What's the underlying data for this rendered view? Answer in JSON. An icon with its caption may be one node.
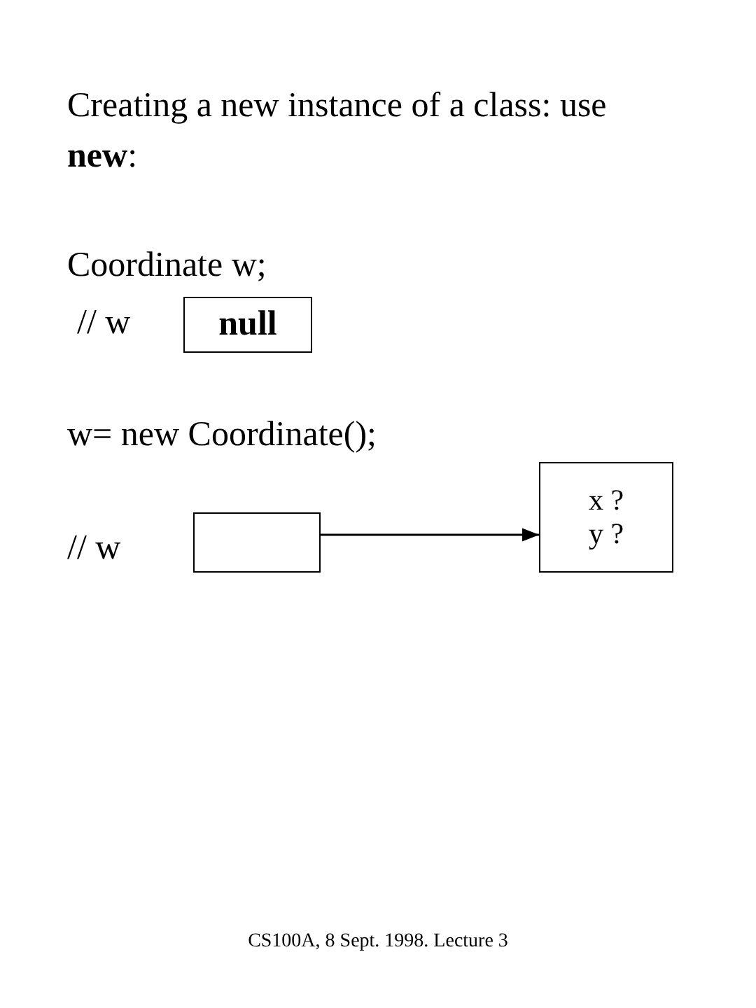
{
  "diagram": {
    "title": "Creating a new instance of a class: use **new**:",
    "nodes": [
      {
        "text": [
          "null"
        ]
      },
      {
        "text": [],
        "shape": "box"
      },
      {
        "text": [
          "x ?",
          "y ?"
        ]
      }
    ],
    "edges": [
      {
        "from": 1,
        "to": 2,
        "arrow": "to"
      }
    ],
    "labels": [
      "Coordinate w;",
      "// w",
      "w= new Coordinate();",
      "// w"
    ],
    "caption": "CS100A, 8 Sept. 1998. Lecture 3"
  }
}
